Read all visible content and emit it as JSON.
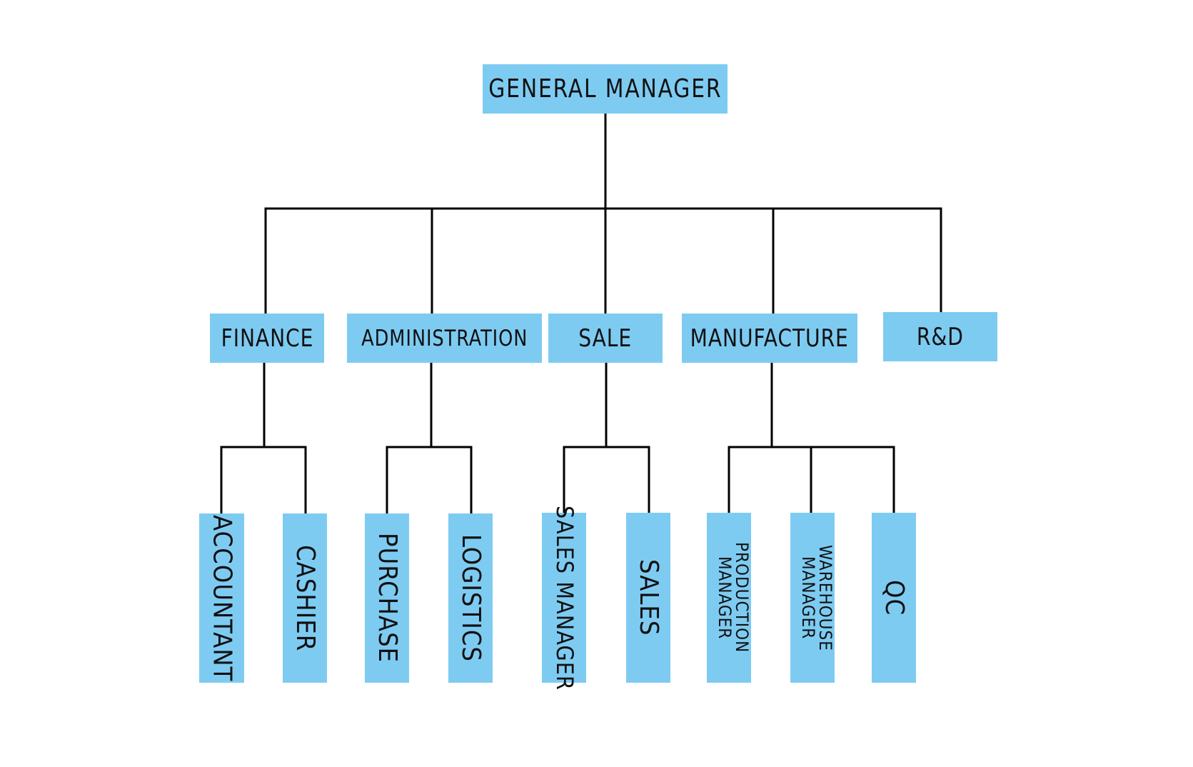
{
  "org_chart": {
    "top": {
      "label": "GENERAL MANAGER"
    },
    "departments": [
      {
        "label": "FINANCE",
        "roles": [
          "ACCOUNTANT",
          "CASHIER"
        ]
      },
      {
        "label": "ADMINISTRATION",
        "roles": [
          "PURCHASE",
          "LOGISTICS"
        ]
      },
      {
        "label": "SALE",
        "roles": [
          "SALES MANAGER",
          "SALES"
        ]
      },
      {
        "label": "MANUFACTURE",
        "roles": [
          "PRODUCTION MANAGER",
          "WAREHOUSE MANAGER",
          "QC"
        ]
      },
      {
        "label": "R&D",
        "roles": []
      }
    ]
  },
  "colors": {
    "box_fill": "#7ecbf2",
    "connector": "#000000",
    "text": "#111111",
    "background": "#ffffff"
  }
}
